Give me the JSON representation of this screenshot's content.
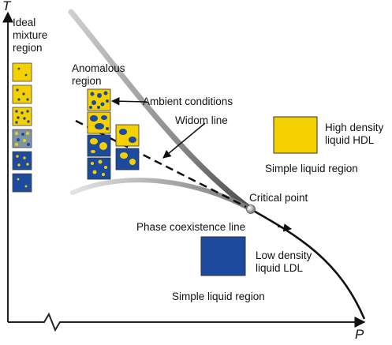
{
  "axes": {
    "y_label": "T",
    "x_label": "P"
  },
  "labels": {
    "ideal_mixture": [
      "Ideal",
      "mixture",
      "region"
    ],
    "anomalous": [
      "Anomalous",
      "region"
    ],
    "ambient": "Ambient conditions",
    "widom": "Widom line",
    "critical_point": "Critical point",
    "phase_coexistence": "Phase coexistence line",
    "hdl": [
      "High density",
      "liquid HDL"
    ],
    "ldl": [
      "Low density",
      "liquid LDL"
    ],
    "simple_liquid_top": "Simple liquid region",
    "simple_liquid_bottom": "Simple liquid region"
  },
  "colors": {
    "hdl_yellow": "#f5d000",
    "ldl_blue": "#1c4a9c",
    "axis": "#222222",
    "curve_grey": "#9a9a9a",
    "line_black": "#111111"
  }
}
